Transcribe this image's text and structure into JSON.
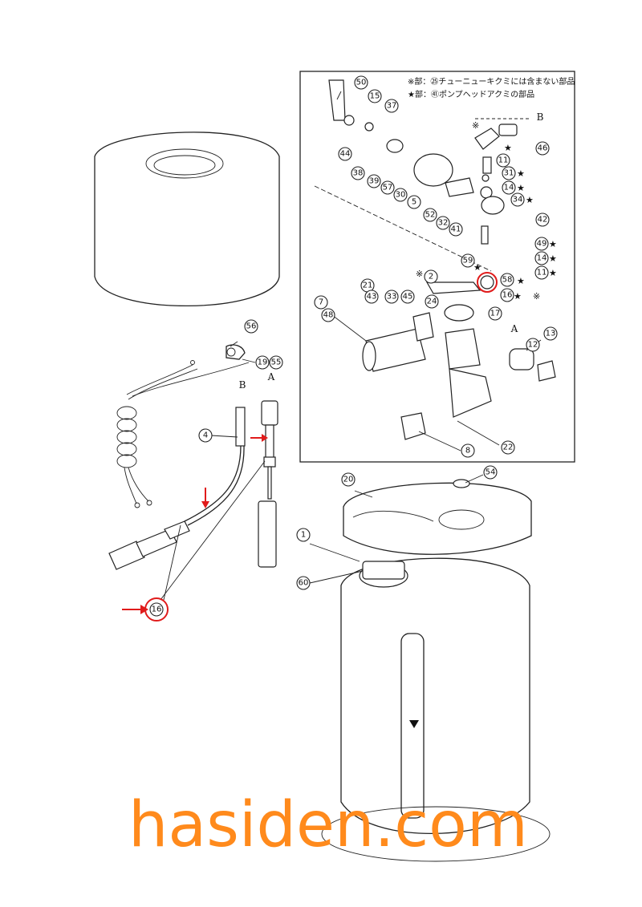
{
  "legend": {
    "line1": "※部：㉕チューニューキクミには含まない部品",
    "line2": "★部：㊶ポンプヘッドアクミの部品"
  },
  "letters": {
    "A": "A",
    "B": "B"
  },
  "symbols": {
    "star": "★",
    "kome": "※"
  },
  "callouts": {
    "c1": "1",
    "c2": "2",
    "c4": "4",
    "c5": "5",
    "c7": "7",
    "c8": "8",
    "c11a": "11",
    "c11b": "11",
    "c12": "12",
    "c13": "13",
    "c14a": "14",
    "c14b": "14",
    "c15": "15",
    "c16a": "16",
    "c16b": "16",
    "c17": "17",
    "c19": "19",
    "c20": "20",
    "c21": "21",
    "c22": "22",
    "c24": "24",
    "c30": "30",
    "c31": "31",
    "c32": "32",
    "c33": "33",
    "c34": "34",
    "c37": "37",
    "c38": "38",
    "c39": "39",
    "c41": "41",
    "c42": "42",
    "c43": "43",
    "c44": "44",
    "c45": "45",
    "c46": "46",
    "c48": "48",
    "c49": "49",
    "c50": "50",
    "c52": "52",
    "c54": "54",
    "c55": "55",
    "c56": "56",
    "c57": "57",
    "c58": "58",
    "c59": "59",
    "c60": "60"
  },
  "watermark": "hasiden.com",
  "colors": {
    "highlight": "#e01b1b",
    "watermark": "#ff8a1c"
  }
}
